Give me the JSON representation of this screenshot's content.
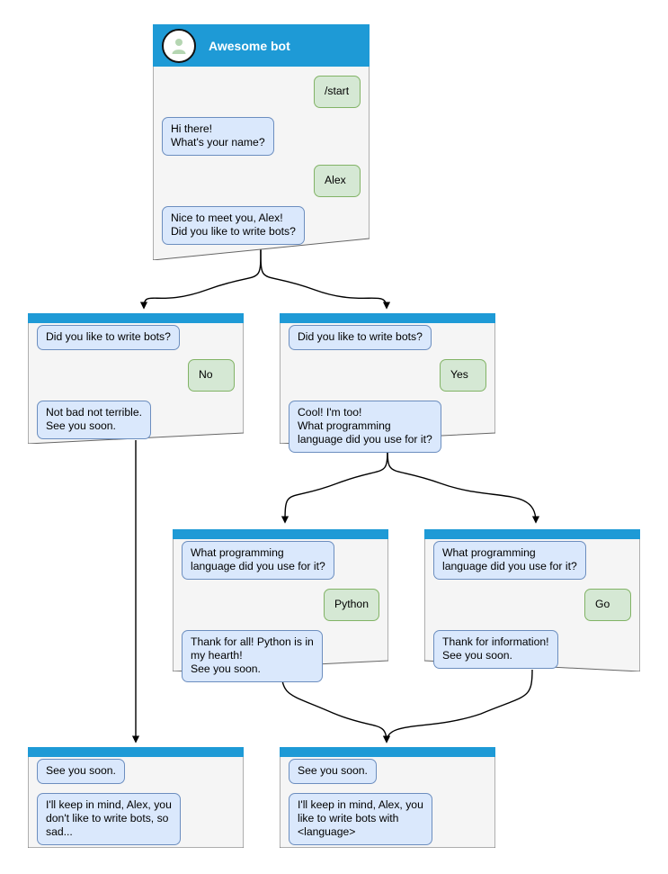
{
  "colors": {
    "header_blue": "#1e9ad6",
    "node_fill": "#f5f5f5",
    "node_border": "#666666",
    "bot_bubble_fill": "#dae8fc",
    "bot_bubble_border": "#6c8ebf",
    "user_bubble_fill": "#d5e8d4",
    "user_bubble_border": "#82b366",
    "avatar_fill": "#ffffff",
    "avatar_border": "#111111",
    "avatar_person": "#b5d6b2",
    "edge": "#000000",
    "background": "#ffffff"
  },
  "diagram": {
    "type": "bot-conversation-flowchart",
    "title": "Awesome bot conversation flow"
  },
  "nodes": [
    {
      "id": "root",
      "header": {
        "title": "Awesome bot",
        "avatar_icon": "person-avatar-icon"
      },
      "messages": [
        {
          "side": "user",
          "text": "/start"
        },
        {
          "side": "bot",
          "text": "Hi there!\nWhat's your name?"
        },
        {
          "side": "user",
          "text": "Alex"
        },
        {
          "side": "bot",
          "text": "Nice to meet you, Alex!\nDid you like to write bots?"
        }
      ]
    },
    {
      "id": "no-branch",
      "messages": [
        {
          "side": "bot",
          "text": "Did you like to write bots?"
        },
        {
          "side": "user",
          "text": "No"
        },
        {
          "side": "bot",
          "text": "Not bad not terrible.\nSee you soon."
        }
      ]
    },
    {
      "id": "yes-branch",
      "messages": [
        {
          "side": "bot",
          "text": "Did you like to write bots?"
        },
        {
          "side": "user",
          "text": "Yes"
        },
        {
          "side": "bot",
          "text": "Cool! I'm too!\nWhat programming\nlanguage did you use for it?"
        }
      ]
    },
    {
      "id": "python-branch",
      "messages": [
        {
          "side": "bot",
          "text": "What programming\nlanguage did you use for it?"
        },
        {
          "side": "user",
          "text": "Python"
        },
        {
          "side": "bot",
          "text": "Thank for all! Python is in\nmy hearth!\nSee you soon."
        }
      ]
    },
    {
      "id": "go-branch",
      "messages": [
        {
          "side": "bot",
          "text": "What programming\nlanguage did you use for it?"
        },
        {
          "side": "user",
          "text": "Go"
        },
        {
          "side": "bot",
          "text": "Thank for information!\nSee you soon."
        }
      ]
    },
    {
      "id": "end-sad",
      "messages": [
        {
          "side": "bot",
          "text": "See you soon."
        },
        {
          "side": "bot",
          "text": "I'll keep in mind, Alex, you\ndon't like to write bots, so\nsad..."
        }
      ]
    },
    {
      "id": "end-happy",
      "messages": [
        {
          "side": "bot",
          "text": "See you soon."
        },
        {
          "side": "bot",
          "text": "I'll keep in mind, Alex, you\nlike to write bots with\n<language>"
        }
      ]
    }
  ]
}
